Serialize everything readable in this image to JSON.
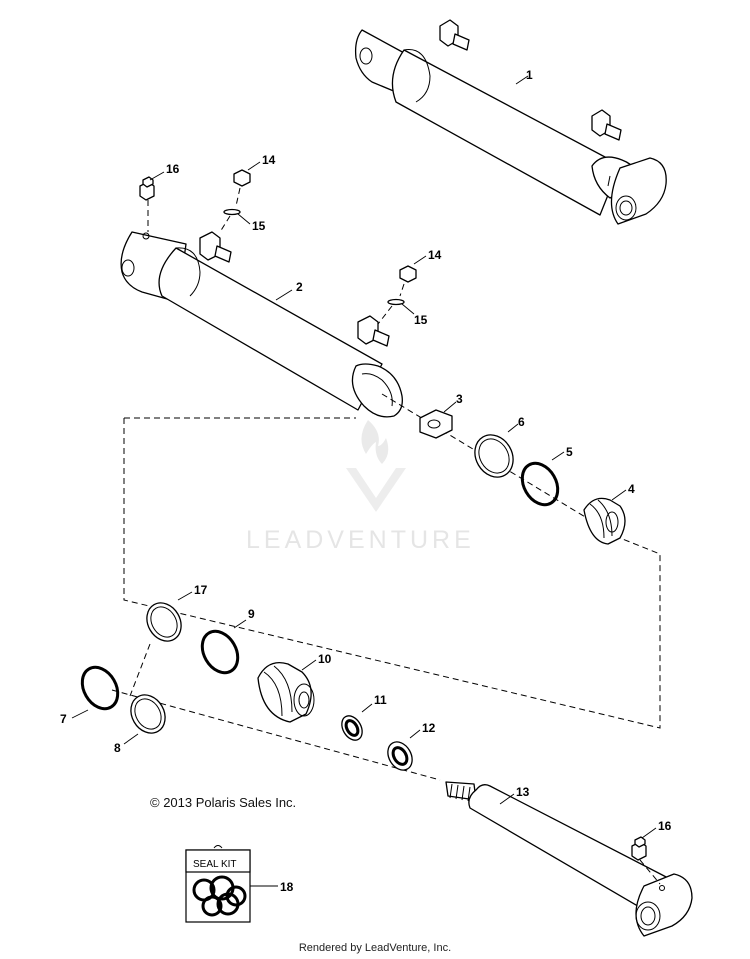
{
  "diagram": {
    "callouts": [
      "1",
      "2",
      "3",
      "4",
      "5",
      "6",
      "7",
      "8",
      "9",
      "10",
      "11",
      "12",
      "13",
      "14",
      "15",
      "16",
      "17",
      "18"
    ],
    "callout_16b": "16",
    "callout_14b": "14",
    "callout_15b": "15",
    "seal_kit_label": "SEAL KIT",
    "watermark": "LEADVENTURE",
    "copyright": "© 2013 Polaris Sales Inc.",
    "footer": "Rendered by LeadVenture, Inc."
  }
}
